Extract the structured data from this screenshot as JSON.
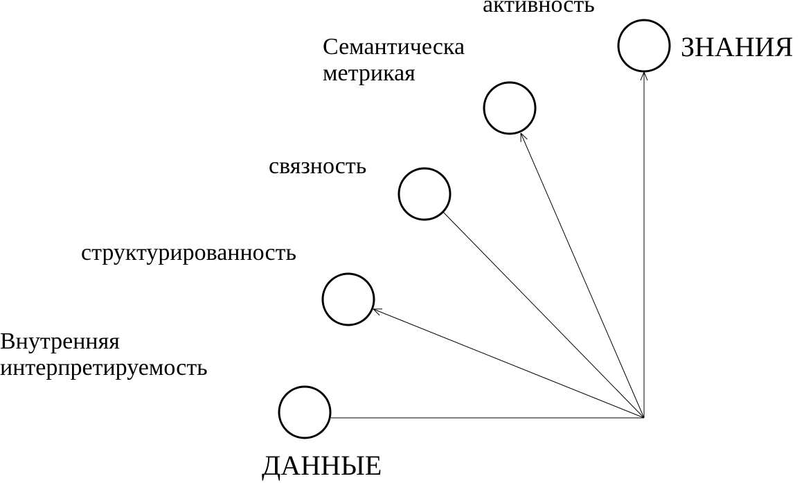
{
  "diagram": {
    "nodes": [
      {
        "id": "data",
        "label": "ДАННЫЕ"
      },
      {
        "id": "interp",
        "label_lines": [
          "Внутренняя",
          "интерпретируемость"
        ]
      },
      {
        "id": "struct",
        "label": "структурированность"
      },
      {
        "id": "connect",
        "label": "связность"
      },
      {
        "id": "semantic",
        "label_lines": [
          "Семантическа",
          "метрикая"
        ]
      },
      {
        "id": "activity",
        "label": "активность"
      },
      {
        "id": "knowledge",
        "label": "ЗНАНИЯ"
      }
    ],
    "edges": [
      {
        "from": "origin",
        "to": "data",
        "arrow": false
      },
      {
        "from": "origin",
        "to": "struct",
        "arrow": true
      },
      {
        "from": "origin",
        "to": "connect",
        "arrow": false
      },
      {
        "from": "origin",
        "to": "semantic",
        "arrow": true
      },
      {
        "from": "origin",
        "to": "knowledge",
        "arrow": true
      }
    ],
    "colors": {
      "stroke": "#000000",
      "background": "#ffffff"
    }
  }
}
